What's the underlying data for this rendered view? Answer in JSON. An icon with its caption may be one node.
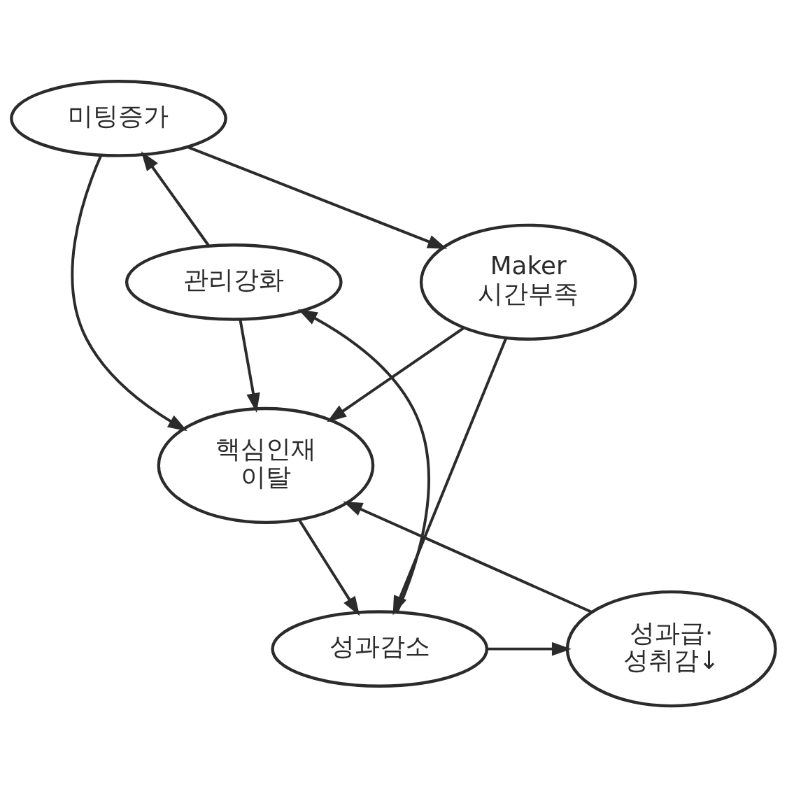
{
  "diagram": {
    "nodes": [
      {
        "text": [
          "미팅증가"
        ]
      },
      {
        "text": [
          "관리강화"
        ]
      },
      {
        "text": [
          "핵심인재 이탈"
        ]
      },
      {
        "text": [
          "Maker 시간부족"
        ]
      },
      {
        "text": [
          "성과급· 성취감↓"
        ]
      },
      {
        "text": [
          "성과감소"
        ]
      }
    ],
    "edges": [
      {
        "from": 1,
        "to": 0,
        "arrow": "to"
      },
      {
        "from": 0,
        "to": 2,
        "arrow": "to"
      },
      {
        "from": 0,
        "to": 3,
        "arrow": "to"
      },
      {
        "from": 1,
        "to": 2,
        "arrow": "to"
      },
      {
        "from": 3,
        "to": 2,
        "arrow": "to"
      },
      {
        "from": 3,
        "to": 5,
        "arrow": "to"
      },
      {
        "from": 2,
        "to": 5,
        "arrow": "to"
      },
      {
        "from": 5,
        "to": 4,
        "arrow": "to"
      },
      {
        "from": 4,
        "to": 2,
        "arrow": "to"
      },
      {
        "from": 5,
        "to": 1,
        "arrow": "to"
      }
    ]
  }
}
